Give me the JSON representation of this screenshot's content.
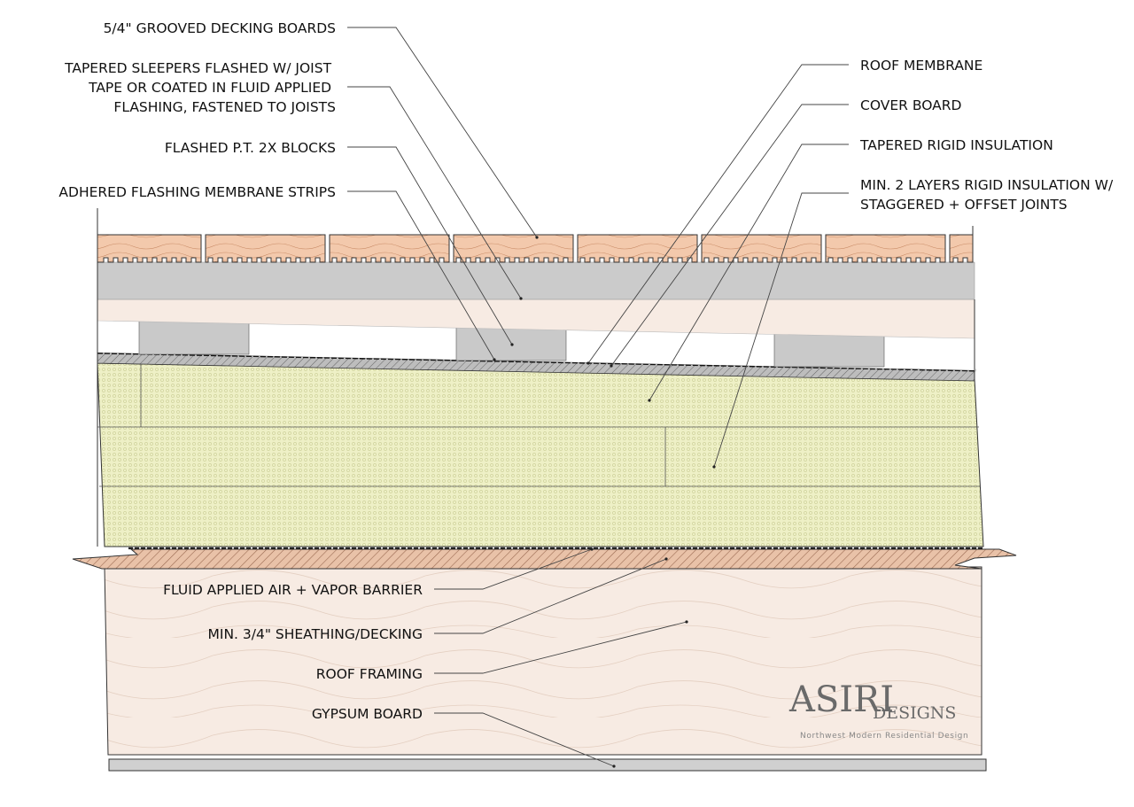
{
  "labels_left": [
    {
      "id": "decking-boards",
      "lines": [
        "5/4\" GROOVED DECKING BOARDS"
      ]
    },
    {
      "id": "tapered-sleepers",
      "lines": [
        "TAPERED SLEEPERS FLASHED W/ JOIST",
        "TAPE OR COATED IN FLUID APPLIED",
        "FLASHING, FASTENED TO JOISTS"
      ]
    },
    {
      "id": "pt-blocks",
      "lines": [
        "FLASHED P.T. 2X BLOCKS"
      ]
    },
    {
      "id": "flashing-strips",
      "lines": [
        "ADHERED FLASHING MEMBRANE STRIPS"
      ]
    }
  ],
  "labels_right": [
    {
      "id": "roof-membrane",
      "lines": [
        "ROOF MEMBRANE"
      ]
    },
    {
      "id": "cover-board",
      "lines": [
        "COVER BOARD"
      ]
    },
    {
      "id": "tapered-insulation",
      "lines": [
        "TAPERED RIGID INSULATION"
      ]
    },
    {
      "id": "rigid-layers",
      "lines": [
        "MIN. 2 LAYERS RIGID INSULATION W/",
        "STAGGERED + OFFSET JOINTS"
      ]
    }
  ],
  "labels_bottom": [
    {
      "id": "air-vapor-barrier",
      "lines": [
        "FLUID APPLIED AIR + VAPOR BARRIER"
      ]
    },
    {
      "id": "sheathing",
      "lines": [
        "MIN. 3/4\" SHEATHING/DECKING"
      ]
    },
    {
      "id": "roof-framing",
      "lines": [
        "ROOF FRAMING"
      ]
    },
    {
      "id": "gypsum-board",
      "lines": [
        "GYPSUM BOARD"
      ]
    }
  ],
  "logo": {
    "main": "ASIRI",
    "sub": "DESIGNS",
    "tagline": "Northwest Modern Residential Design"
  },
  "colors": {
    "wood": "#f3c9ac",
    "wood_light": "#f7ebe3",
    "grey": "#cbcbcb",
    "insulation": "#eef0c6",
    "membrane": "#222222",
    "ink": "#111111"
  }
}
